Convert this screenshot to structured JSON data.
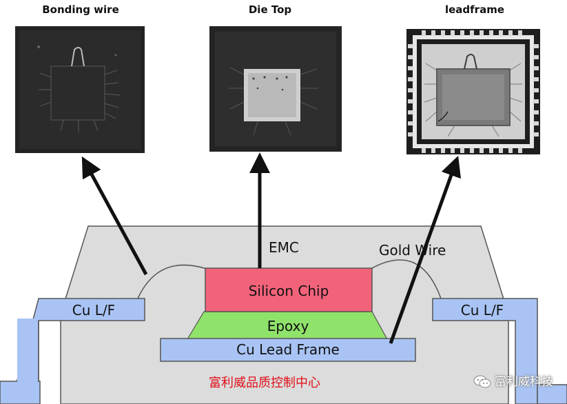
{
  "panels": {
    "bonding_wire": "Bonding wire",
    "die_top": "Die Top",
    "leadframe": "leadframe"
  },
  "diagram": {
    "emc": "EMC",
    "gold_wire": "Gold Wire",
    "silicon_chip": "Silicon Chip",
    "epoxy": "Epoxy",
    "cu_lead_frame": "Cu Lead Frame",
    "cu_lf_left": "Cu L/F",
    "cu_lf_right": "Cu L/F",
    "caption_cn": "富利威品质控制中心"
  },
  "watermark": {
    "text": "富利威科技"
  },
  "colors": {
    "package_fill": "#dcdcdc",
    "silicon_chip": "#f2637a",
    "epoxy": "#8fe26a",
    "lead_frame": "#a9c4f4",
    "caption": "#e0101a"
  }
}
